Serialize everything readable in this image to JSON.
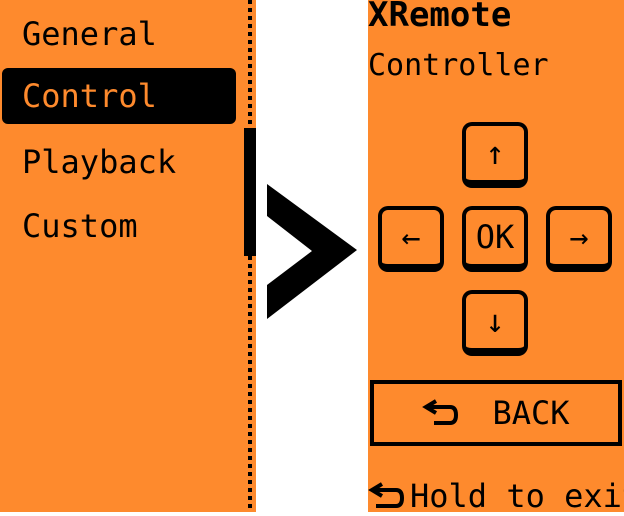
{
  "menu": {
    "items": [
      {
        "label": "General"
      },
      {
        "label": "Control"
      },
      {
        "label": "Playback"
      },
      {
        "label": "Custom"
      }
    ],
    "selected_index": 1
  },
  "scrollbar": {
    "position_fraction": 0.25,
    "visible_fraction": 0.25
  },
  "app": {
    "title": "XRemote",
    "subtitle": "Controller"
  },
  "keys": {
    "up": "↑",
    "left": "←",
    "ok": "OK",
    "right": "→",
    "down": "↓"
  },
  "back_button": {
    "label": "BACK"
  },
  "hint": {
    "label": "Hold to exit"
  },
  "colors": {
    "background": "#fe8a2d",
    "foreground": "#000000"
  }
}
